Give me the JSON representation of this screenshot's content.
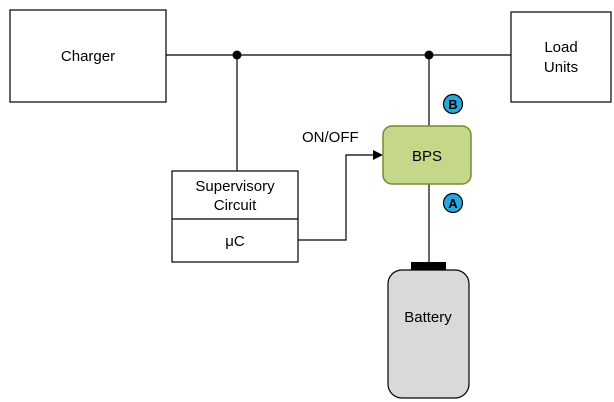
{
  "blocks": {
    "charger": "Charger",
    "load_units_line1": "Load",
    "load_units_line2": "Units",
    "supervisory_line1": "Supervisory",
    "supervisory_line2": "Circuit",
    "microcontroller": "μC",
    "bps": "BPS",
    "battery": "Battery"
  },
  "signals": {
    "on_off": "ON/OFF"
  },
  "test_points": {
    "a": "A",
    "b": "B"
  },
  "colors": {
    "bps_fill": "#c5d88a",
    "bps_stroke": "#6f8e32",
    "battery_fill": "#d9d9d9",
    "battery_terminal": "#000000",
    "badge_fill": "#29a8e0",
    "wire": "#000000"
  }
}
